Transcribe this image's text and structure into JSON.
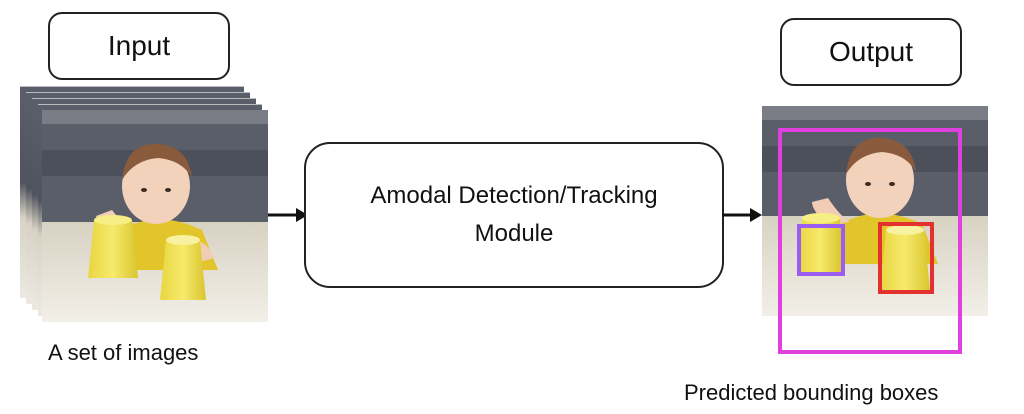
{
  "input_label": "Input",
  "output_label": "Output",
  "input_caption": "A set of images",
  "module_text": [
    "Amodal Detection/Tracking",
    "Module"
  ],
  "output_caption": "Predicted bounding boxes",
  "colors": {
    "box_full": "#e040e0",
    "box_left_cup": "#9b5cf0",
    "box_right_cup": "#e53030"
  }
}
